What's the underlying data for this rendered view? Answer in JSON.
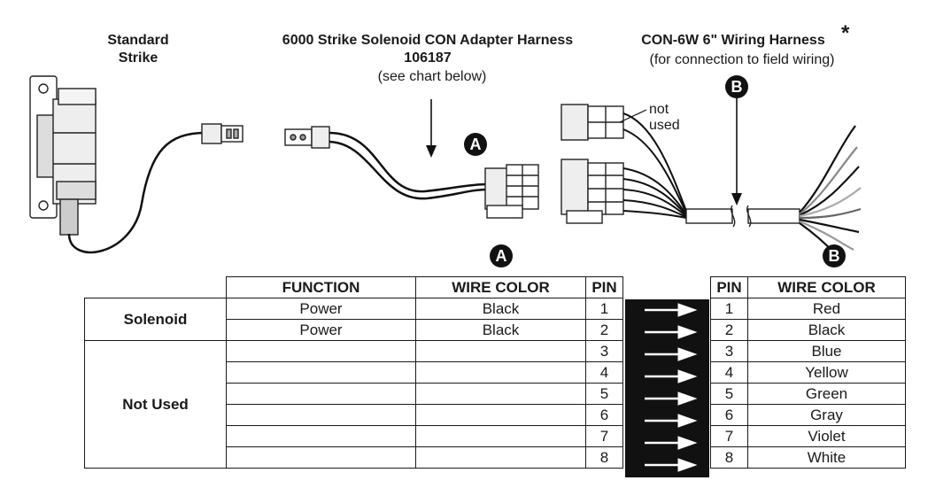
{
  "labels": {
    "strike_line1": "Standard",
    "strike_line2": "Strike",
    "adapter_title": "6000 Strike Solenoid CON Adapter Harness",
    "adapter_part": "106187",
    "adapter_note": "(see chart below)",
    "wiring_title": "CON-6W 6\" Wiring Harness",
    "wiring_asterisk": "*",
    "wiring_note": "(for connection to field wiring)",
    "not_used_line1": "not",
    "not_used_line2": "used",
    "badge_a": "A",
    "badge_b": "B"
  },
  "left_table": {
    "headers": [
      "FUNCTION",
      "WIRE COLOR",
      "PIN"
    ],
    "groups": [
      "Solenoid",
      "Not Used"
    ],
    "rows": [
      {
        "function": "Power",
        "color": "Black",
        "pin": "1"
      },
      {
        "function": "Power",
        "color": "Black",
        "pin": "2"
      },
      {
        "function": "",
        "color": "",
        "pin": "3"
      },
      {
        "function": "",
        "color": "",
        "pin": "4"
      },
      {
        "function": "",
        "color": "",
        "pin": "5"
      },
      {
        "function": "",
        "color": "",
        "pin": "6"
      },
      {
        "function": "",
        "color": "",
        "pin": "7"
      },
      {
        "function": "",
        "color": "",
        "pin": "8"
      }
    ]
  },
  "right_table": {
    "headers": [
      "PIN",
      "WIRE COLOR"
    ],
    "rows": [
      {
        "pin": "1",
        "color": "Red"
      },
      {
        "pin": "2",
        "color": "Black"
      },
      {
        "pin": "3",
        "color": "Blue"
      },
      {
        "pin": "4",
        "color": "Yellow"
      },
      {
        "pin": "5",
        "color": "Green"
      },
      {
        "pin": "6",
        "color": "Gray"
      },
      {
        "pin": "7",
        "color": "Violet"
      },
      {
        "pin": "8",
        "color": "White"
      }
    ]
  },
  "icons": [
    "arrow-right-icon",
    "strike-illustration",
    "connector-illustration",
    "wire-bundle-illustration"
  ]
}
